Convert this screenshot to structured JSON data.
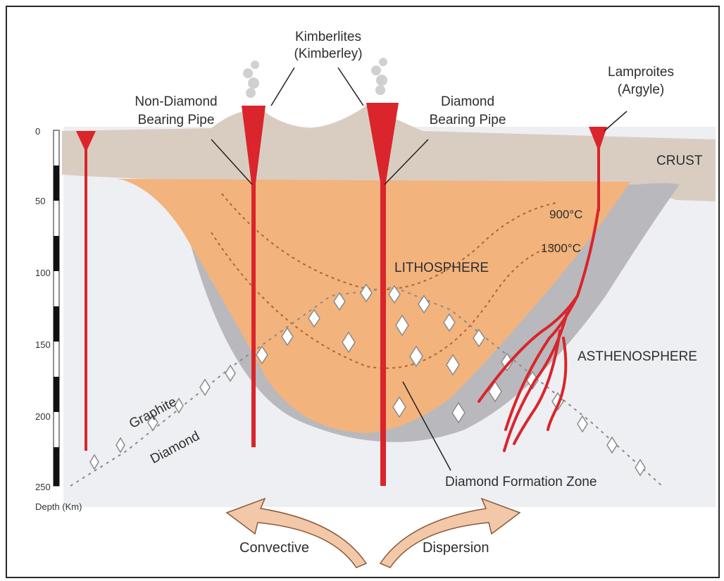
{
  "labels": {
    "kimberlites_line1": "Kimberlites",
    "kimberlites_line2": "(Kimberley)",
    "lamproites_line1": "Lamproites",
    "lamproites_line2": "(Argyle)",
    "non_diamond_line1": "Non-Diamond",
    "non_diamond_line2": "Bearing Pipe",
    "diamond_pipe_line1": "Diamond",
    "diamond_pipe_line2": "Bearing Pipe",
    "crust": "CRUST",
    "lithosphere": "LITHOSPHERE",
    "asthenosphere": "ASTHENOSPHERE",
    "isotherm_900": "900°C",
    "isotherm_1300": "1300°C",
    "graphite": "Graphite",
    "diamond": "Diamond",
    "formation_zone": "Diamond Formation Zone",
    "convective": "Convective",
    "dispersion": "Dispersion"
  },
  "depth_scale": {
    "title": "Depth (Km)",
    "ticks": [
      "0",
      "50",
      "100",
      "150",
      "200",
      "250"
    ]
  },
  "colors": {
    "magma": "#d9252b",
    "crust": "#d8ccc0",
    "lithosphere": "#f2b07a",
    "lithosphere_margin": "#b8b8bc",
    "asthenosphere": "#ecedf0",
    "isotherm": "#b4642a",
    "arrow": "#f2c8a8"
  }
}
